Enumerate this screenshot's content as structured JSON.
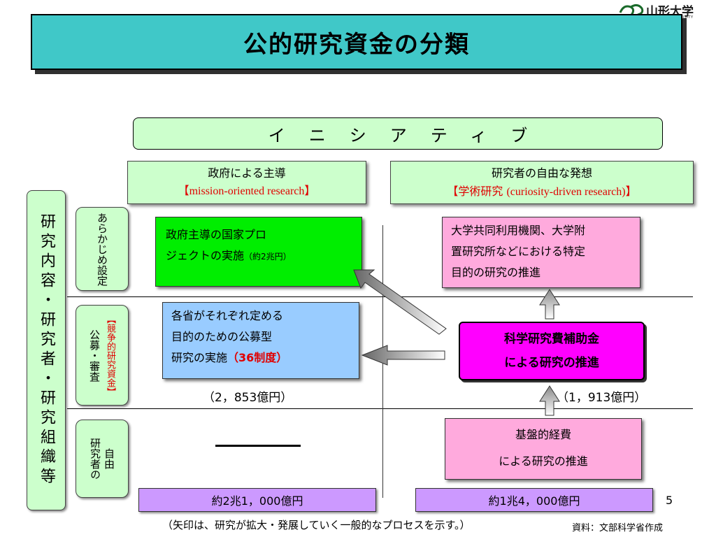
{
  "logo": {
    "name": "山形大学",
    "sub": "YAMAGATA UNIVERSITY"
  },
  "title": "公的研究資金の分類",
  "initiative": "イニシアティブ",
  "gov_lead": {
    "line1": "政府による主導",
    "line2": "【mission-oriented research】"
  },
  "researcher_free": {
    "line1": "研究者の自由な発想",
    "line2_pre": "【学術研究 ",
    "line2_paren": "(curiosity-driven research)",
    "line2_post": "】"
  },
  "left_column": "研究内容・研究者・研究組織等",
  "row_labels": {
    "preset": "あらかじめ設定",
    "competitive_main": "公募・審査",
    "competitive_sub": "競争的研究資金",
    "competitive_open": "【",
    "competitive_close": "】",
    "free_a": "研究者の",
    "free_b": "自由"
  },
  "boxes": {
    "gov_project_l1": "政府主導の国家プロ",
    "gov_project_l2": "ジェクトの実施",
    "gov_project_amount": "（約2兆円）",
    "univ_l1": "大学共同利用機関、大学附",
    "univ_l2": "置研究所などにおける特定",
    "univ_l3": "目的の研究の推進",
    "ministry_l1": "各省がそれぞれ定める",
    "ministry_l2": "目的のための公募型",
    "ministry_l3": "研究の実施",
    "ministry_red": "（36制度）",
    "kaken_l1": "科学研究費補助金",
    "kaken_l2": "による研究の推進",
    "base_l1": "基盤的経費",
    "base_l2": "による研究の推進"
  },
  "amount_left": "（2，853億円）",
  "amount_right": "（1，913億円）",
  "bar_left": "約2兆1，000億円",
  "bar_right": "約1兆4，000億円",
  "page_number": "5",
  "footnote": "（矢印は、研究が拡大・発展していく一般的なプロセスを示す。）",
  "source": "資料：文部科学省作成",
  "colors": {
    "title_bg": "#40c8c8",
    "green_box": "#00ee00",
    "pink_box": "#ffaadd",
    "blue_box": "#99ccff",
    "magenta_box": "#ff00ff",
    "purple_bar": "#cc99ff",
    "pale_green": "#ccffcc"
  }
}
